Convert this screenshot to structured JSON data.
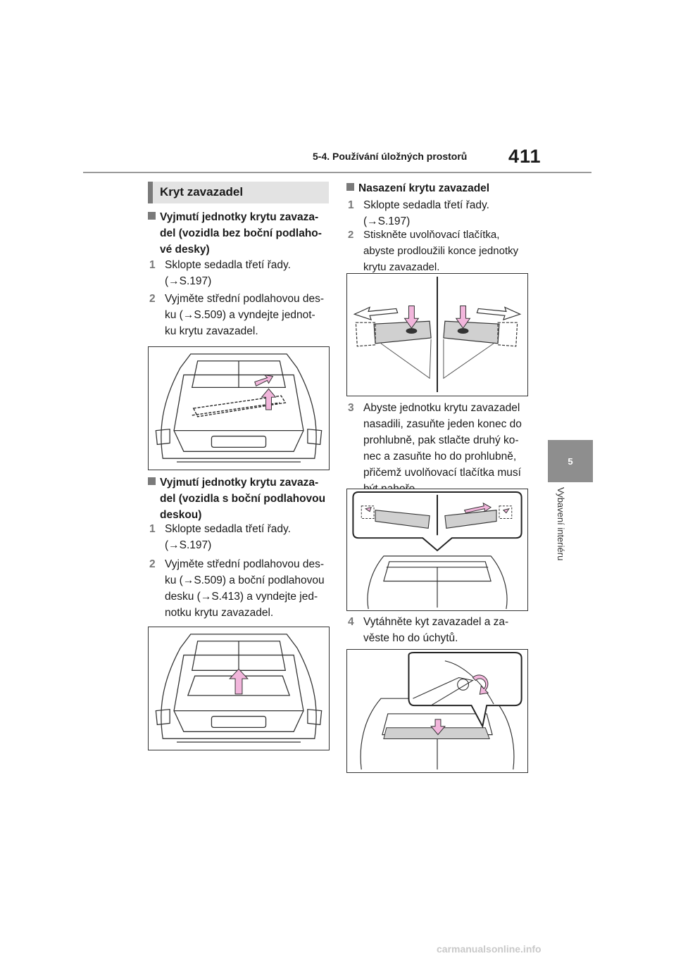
{
  "header": {
    "section": "5-4. Používání úložných prostorů",
    "page_number": "411"
  },
  "side_tab": {
    "chapter_number": "5",
    "chapter_title": "Vybavení interiéru"
  },
  "left_column": {
    "title": "Kryt zavazadel",
    "block1": {
      "heading": [
        "Vyjmutí jednotky krytu zavaza-",
        "del (vozidla bez boční podlaho-",
        "vé desky)"
      ],
      "steps": [
        {
          "num": "1",
          "lines": [
            "Sklopte sedadla třetí řady.",
            "(→S.197)"
          ]
        },
        {
          "num": "2",
          "lines": [
            "Vyjměte střední podlahovou des-",
            "ku (→S.509) a vyndejte jednot-",
            "ku krytu zavazadel."
          ]
        }
      ]
    },
    "block2": {
      "heading": [
        "Vyjmutí jednotky krytu zavaza-",
        "del (vozidla s boční podlahovou",
        "deskou)"
      ],
      "steps": [
        {
          "num": "1",
          "lines": [
            "Sklopte sedadla třetí řady.",
            "(→S.197)"
          ]
        },
        {
          "num": "2",
          "lines": [
            "Vyjměte střední podlahovou des-",
            "ku (→S.509) a boční podlahovou",
            "desku (→S.413) a vyndejte jed-",
            "notku krytu zavazadel."
          ]
        }
      ]
    }
  },
  "right_column": {
    "heading": "Nasazení krytu zavazadel",
    "steps": [
      {
        "num": "1",
        "lines": [
          "Sklopte sedadla třetí řady.",
          "(→S.197)"
        ]
      },
      {
        "num": "2",
        "lines": [
          "Stiskněte uvolňovací tlačítka,",
          "abyste prodloužili konce jednotky",
          "krytu zavazadel."
        ]
      },
      {
        "num": "3",
        "lines": [
          "Abyste jednotku krytu zavazadel",
          "nasadili, zasuňte jeden konec do",
          "prohlubně, pak stlačte druhý ko-",
          "nec a zasuňte ho do prohlubně,",
          "přičemž uvolňovací tlačítka musí",
          "být nahoře."
        ]
      },
      {
        "num": "4",
        "lines": [
          "Vytáhněte kyt zavazadel a za-",
          "věste ho do úchytů."
        ]
      }
    ]
  },
  "figures": {
    "arrow_color": "#f2b6dc",
    "fig1": "cargo-cover-removal-without-side-board",
    "fig2": "cargo-cover-removal-with-side-board",
    "fig3": "release-buttons-extend-ends",
    "fig4": "insert-ends-into-recesses",
    "fig5": "pull-cover-hook-onto-holders"
  },
  "watermark": "carmanualsonline.info"
}
